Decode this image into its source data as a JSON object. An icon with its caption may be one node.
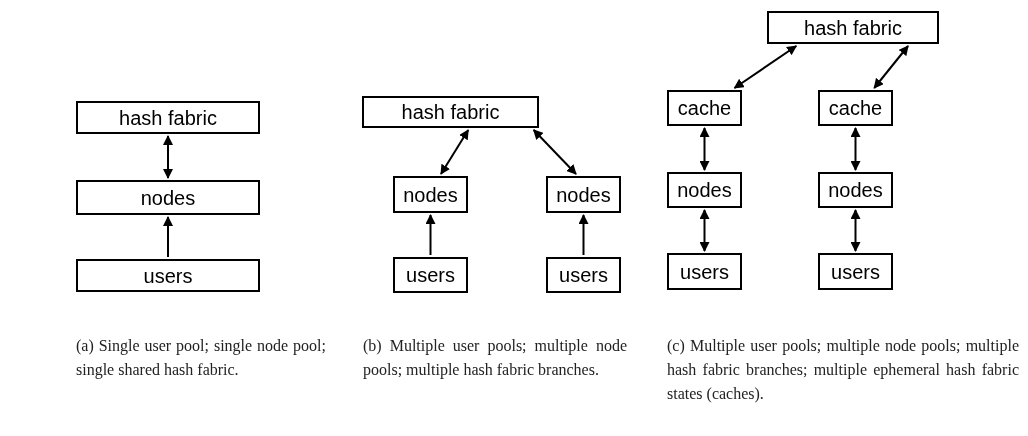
{
  "diagram": {
    "nodes": [
      {
        "text": [
          "hash fabric"
        ]
      },
      {
        "text": [
          "nodes"
        ]
      },
      {
        "text": [
          "users"
        ]
      },
      {
        "text": [
          "hash fabric"
        ]
      },
      {
        "text": [
          "nodes"
        ]
      },
      {
        "text": [
          "nodes"
        ]
      },
      {
        "text": [
          "users"
        ]
      },
      {
        "text": [
          "users"
        ]
      },
      {
        "text": [
          "hash fabric"
        ]
      },
      {
        "text": [
          "cache"
        ]
      },
      {
        "text": [
          "cache"
        ]
      },
      {
        "text": [
          "nodes"
        ]
      },
      {
        "text": [
          "nodes"
        ]
      },
      {
        "text": [
          "users"
        ]
      },
      {
        "text": [
          "users"
        ]
      }
    ],
    "edges": [
      {
        "from": 0,
        "to": 1,
        "arrow": "both"
      },
      {
        "from": 2,
        "to": 1,
        "arrow": "to"
      },
      {
        "from": 3,
        "to": 4,
        "arrow": "both"
      },
      {
        "from": 3,
        "to": 5,
        "arrow": "both"
      },
      {
        "from": 6,
        "to": 4,
        "arrow": "to"
      },
      {
        "from": 7,
        "to": 5,
        "arrow": "to"
      },
      {
        "from": 8,
        "to": 9,
        "arrow": "both"
      },
      {
        "from": 8,
        "to": 10,
        "arrow": "both"
      },
      {
        "from": 9,
        "to": 11,
        "arrow": "both"
      },
      {
        "from": 10,
        "to": 12,
        "arrow": "both"
      },
      {
        "from": 11,
        "to": 13,
        "arrow": "both"
      },
      {
        "from": 12,
        "to": 14,
        "arrow": "both"
      }
    ],
    "labels": [
      "(a) Single user pool; single node pool; single shared hash fabric.",
      "(b) Multiple user pools; multiple node pools; multiple hash fabric branches.",
      "(c) Multiple user pools; multiple node pools; multiple hash fabric branches; multiple ephemeral hash fabric states (caches)."
    ]
  }
}
